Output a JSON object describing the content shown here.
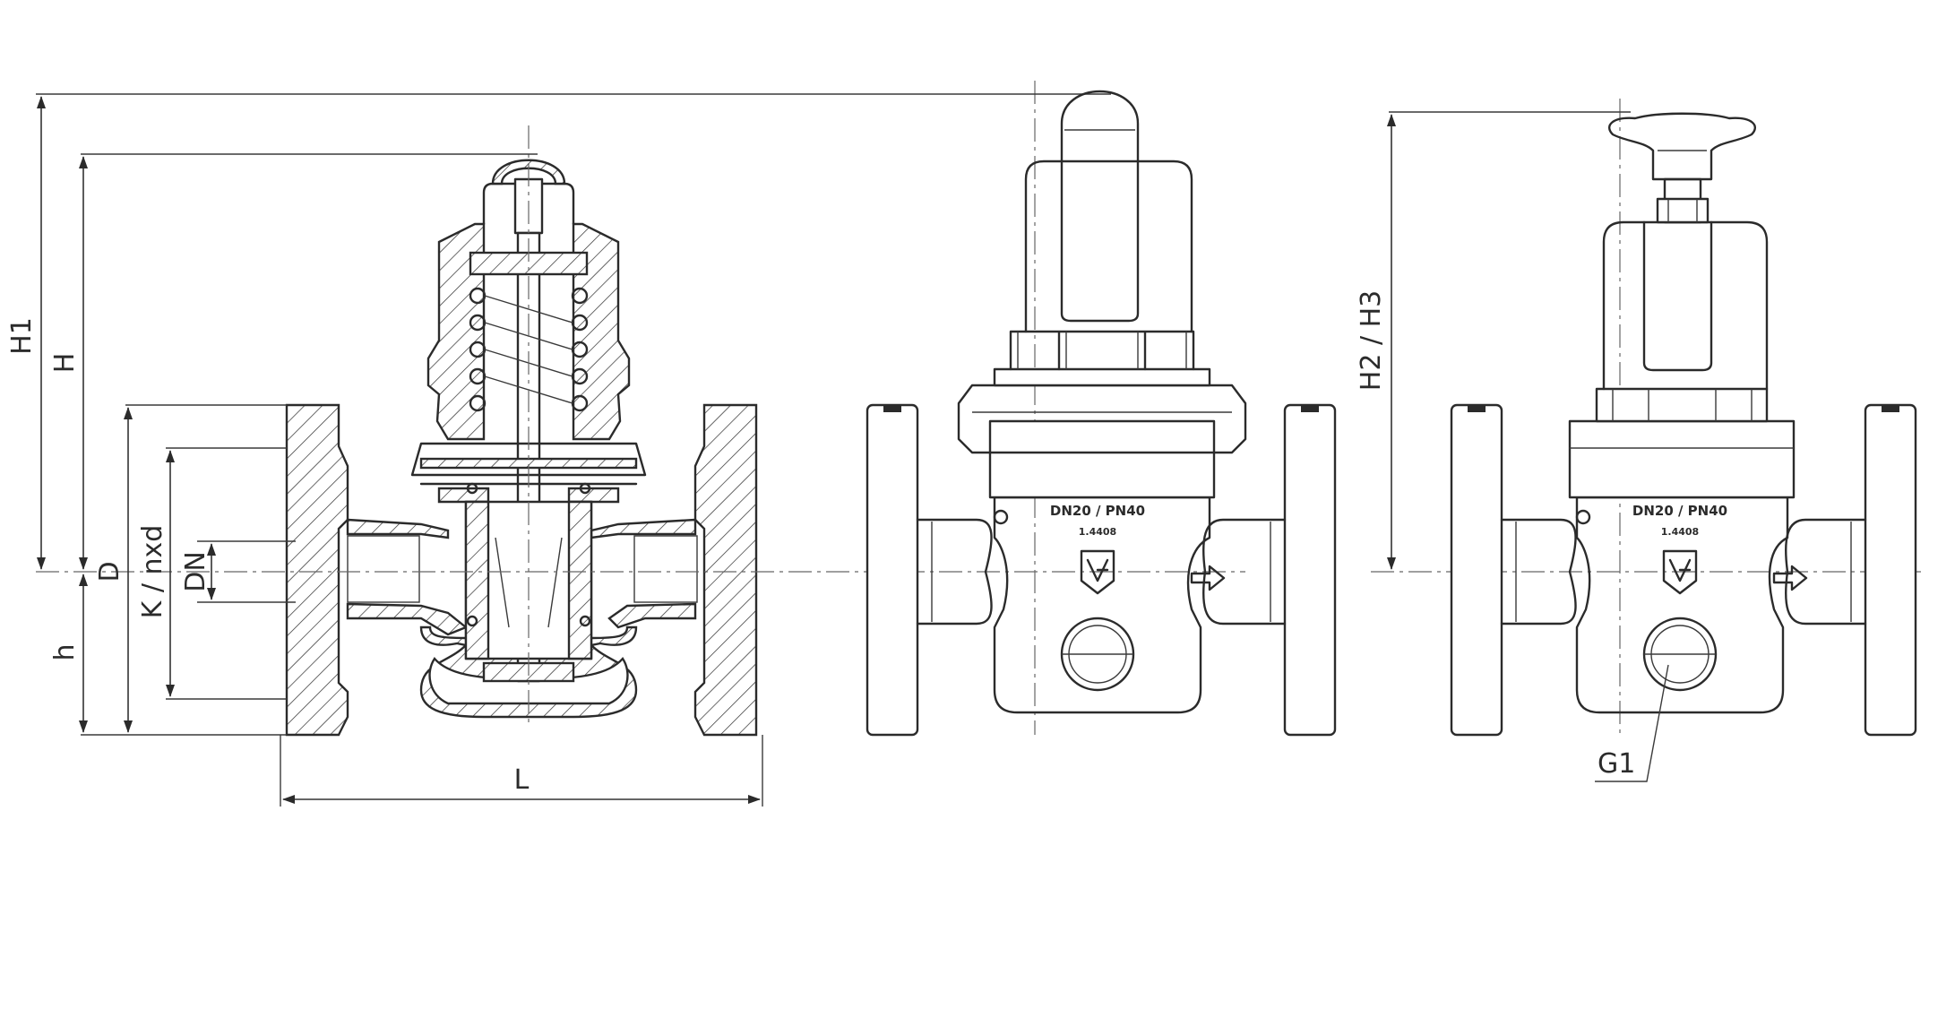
{
  "dimensions": {
    "h1": "H1",
    "h": "H",
    "d": "D",
    "k_nxd": "K / nxd",
    "dn": "DN",
    "h_low": "h",
    "l": "L",
    "h2_h3": "H2 / H3",
    "g1": "G1"
  },
  "body_marking": {
    "size_pressure": "DN20 / PN40",
    "material": "1.4408"
  },
  "icons": [
    "gv-logo-icon",
    "flow-arrow-icon",
    "handwheel-icon"
  ],
  "colors": {
    "line": "#2b2b2b",
    "background": "#ffffff"
  }
}
